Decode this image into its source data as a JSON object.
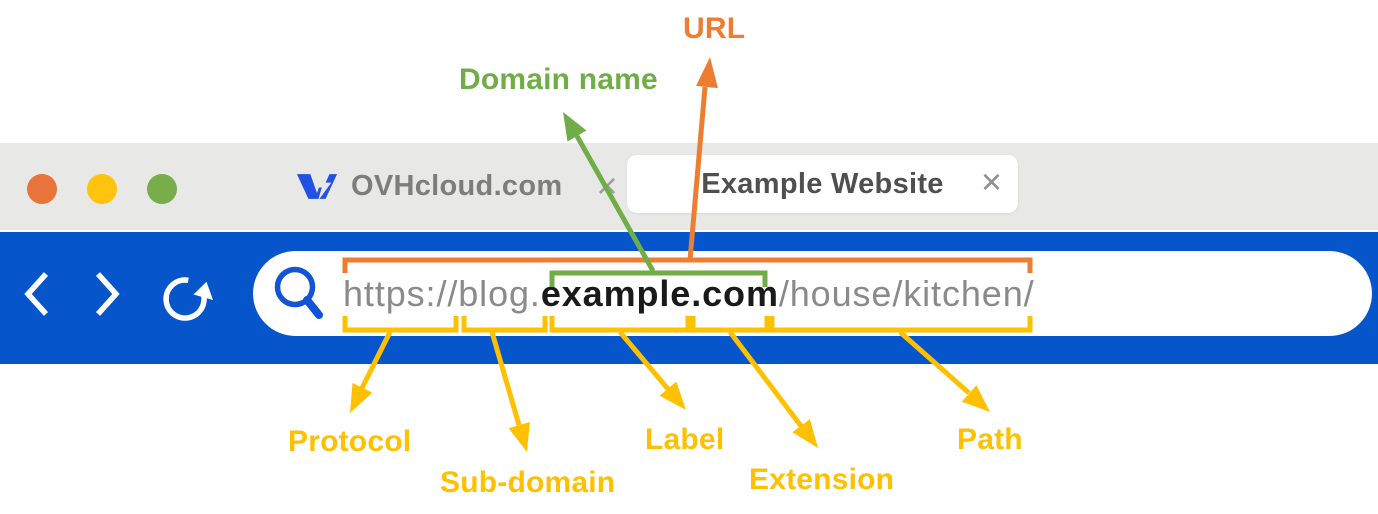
{
  "annotations": {
    "url": {
      "label": "URL"
    },
    "domain_name": {
      "label": "Domain name"
    },
    "protocol": {
      "label": "Protocol"
    },
    "subdomain": {
      "label": "Sub-domain"
    },
    "label": {
      "label": "Label"
    },
    "extension": {
      "label": "Extension"
    },
    "path": {
      "label": "Path"
    }
  },
  "browser": {
    "tabs": [
      {
        "title": "OVHcloud.com",
        "close_glyph": "×"
      },
      {
        "title": "Example Website",
        "close_glyph": "×"
      }
    ],
    "url_parts": {
      "protocol": "https://",
      "subdomain": "blog.",
      "label": "example",
      "extension": ".com",
      "path": "/house/kitchen/"
    },
    "full_url": "https://blog.example.com/house/kitchen/"
  },
  "colors": {
    "annotation_orange": "#ED7D31",
    "annotation_green": "#70AD47",
    "annotation_yellow": "#FFC000",
    "toolbar_blue": "#0655CB",
    "tab_bar_gray": "#E8E8E6",
    "active_tab_white": "#FFFFFF",
    "logo_blue": "#2152E3",
    "traffic_light_red": "#E8743B",
    "traffic_light_yellow": "#FDC30D",
    "traffic_light_green": "#77AD4A",
    "url_text_gray": "#8A8A8A",
    "url_text_black": "#1A1A1A",
    "search_icon_blue": "#1353D6"
  }
}
